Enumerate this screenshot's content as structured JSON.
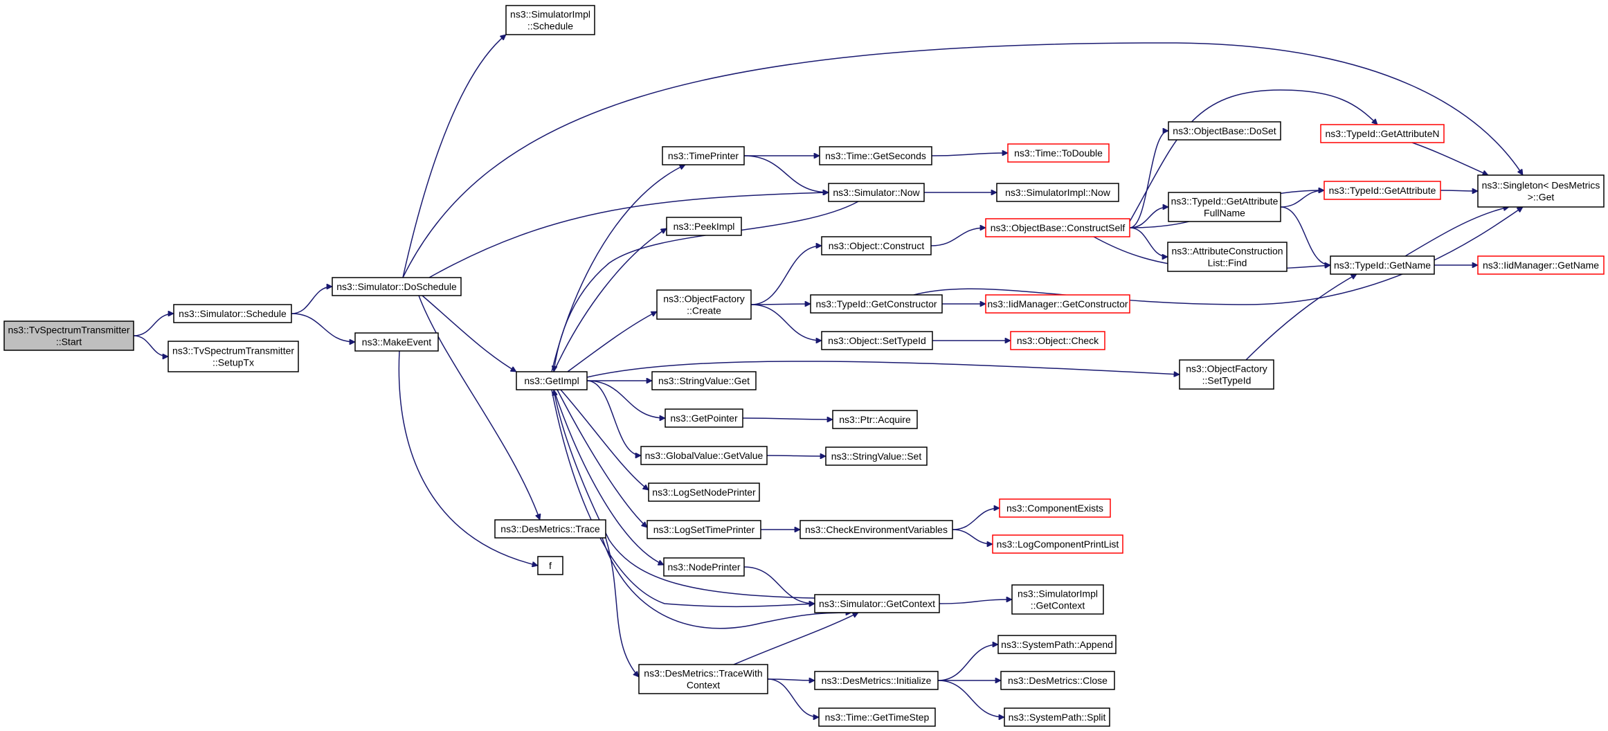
{
  "colors": {
    "edge": "#191970",
    "node_border": "#000000",
    "truncated_border": "#ff0000",
    "root_fill": "#bfbfbf"
  },
  "nodes": [
    {
      "id": "start",
      "lines": [
        "ns3::TvSpectrumTransmitter",
        "::Start"
      ],
      "style": "root"
    },
    {
      "id": "schedule",
      "lines": [
        "ns3::Simulator::Schedule"
      ],
      "style": "normal"
    },
    {
      "id": "setuptx",
      "lines": [
        "ns3::TvSpectrumTransmitter",
        "::SetupTx"
      ],
      "style": "normal"
    },
    {
      "id": "doschedule",
      "lines": [
        "ns3::Simulator::DoSchedule"
      ],
      "style": "normal"
    },
    {
      "id": "makeevent",
      "lines": [
        "ns3::MakeEvent"
      ],
      "style": "normal"
    },
    {
      "id": "simimpl_schedule",
      "lines": [
        "ns3::SimulatorImpl",
        "::Schedule"
      ],
      "style": "normal"
    },
    {
      "id": "getimpl",
      "lines": [
        "ns3::GetImpl"
      ],
      "style": "normal"
    },
    {
      "id": "desmetrics_trace",
      "lines": [
        "ns3::DesMetrics::Trace"
      ],
      "style": "normal"
    },
    {
      "id": "f",
      "lines": [
        "f"
      ],
      "style": "normal"
    },
    {
      "id": "timeprinter",
      "lines": [
        "ns3::TimePrinter"
      ],
      "style": "normal"
    },
    {
      "id": "peekimpl",
      "lines": [
        "ns3::PeekImpl"
      ],
      "style": "normal"
    },
    {
      "id": "objfactory_create",
      "lines": [
        "ns3::ObjectFactory",
        "::Create"
      ],
      "style": "normal"
    },
    {
      "id": "stringvalue_get",
      "lines": [
        "ns3::StringValue::Get"
      ],
      "style": "normal"
    },
    {
      "id": "getpointer",
      "lines": [
        "ns3::GetPointer"
      ],
      "style": "normal"
    },
    {
      "id": "globalvalue_getvalue",
      "lines": [
        "ns3::GlobalValue::GetValue"
      ],
      "style": "normal"
    },
    {
      "id": "logsetnodeprinter",
      "lines": [
        "ns3::LogSetNodePrinter"
      ],
      "style": "normal"
    },
    {
      "id": "logsettimeprinter",
      "lines": [
        "ns3::LogSetTimePrinter"
      ],
      "style": "normal"
    },
    {
      "id": "nodeprinter",
      "lines": [
        "ns3::NodePrinter"
      ],
      "style": "normal"
    },
    {
      "id": "tracewithcontext",
      "lines": [
        "ns3::DesMetrics::TraceWith",
        "Context"
      ],
      "style": "normal"
    },
    {
      "id": "time_getseconds",
      "lines": [
        "ns3::Time::GetSeconds"
      ],
      "style": "normal"
    },
    {
      "id": "simulator_now",
      "lines": [
        "ns3::Simulator::Now"
      ],
      "style": "normal"
    },
    {
      "id": "object_construct",
      "lines": [
        "ns3::Object::Construct"
      ],
      "style": "normal"
    },
    {
      "id": "typeid_getconstructor",
      "lines": [
        "ns3::TypeId::GetConstructor"
      ],
      "style": "normal"
    },
    {
      "id": "object_settypeid",
      "lines": [
        "ns3::Object::SetTypeId"
      ],
      "style": "normal"
    },
    {
      "id": "ptr_acquire",
      "lines": [
        "ns3::Ptr::Acquire"
      ],
      "style": "normal"
    },
    {
      "id": "stringvalue_set",
      "lines": [
        "ns3::StringValue::Set"
      ],
      "style": "normal"
    },
    {
      "id": "checkenv",
      "lines": [
        "ns3::CheckEnvironmentVariables"
      ],
      "style": "normal"
    },
    {
      "id": "sim_getcontext",
      "lines": [
        "ns3::Simulator::GetContext"
      ],
      "style": "normal"
    },
    {
      "id": "desmetrics_initialize",
      "lines": [
        "ns3::DesMetrics::Initialize"
      ],
      "style": "normal"
    },
    {
      "id": "time_gettimestep",
      "lines": [
        "ns3::Time::GetTimeStep"
      ],
      "style": "normal"
    },
    {
      "id": "time_todouble",
      "lines": [
        "ns3::Time::ToDouble"
      ],
      "style": "red"
    },
    {
      "id": "simimpl_now",
      "lines": [
        "ns3::SimulatorImpl::Now"
      ],
      "style": "normal"
    },
    {
      "id": "constructself",
      "lines": [
        "ns3::ObjectBase::ConstructSelf"
      ],
      "style": "red"
    },
    {
      "id": "iidmanager_getconstructor",
      "lines": [
        "ns3::IidManager::GetConstructor"
      ],
      "style": "red"
    },
    {
      "id": "object_check",
      "lines": [
        "ns3::Object::Check"
      ],
      "style": "red"
    },
    {
      "id": "componentexists",
      "lines": [
        "ns3::ComponentExists"
      ],
      "style": "red"
    },
    {
      "id": "logcomponentprintlist",
      "lines": [
        "ns3::LogComponentPrintList"
      ],
      "style": "red"
    },
    {
      "id": "simimpl_getcontext",
      "lines": [
        "ns3::SimulatorImpl",
        "::GetContext"
      ],
      "style": "normal"
    },
    {
      "id": "systempath_append",
      "lines": [
        "ns3::SystemPath::Append"
      ],
      "style": "normal"
    },
    {
      "id": "desmetrics_close",
      "lines": [
        "ns3::DesMetrics::Close"
      ],
      "style": "normal"
    },
    {
      "id": "systempath_split",
      "lines": [
        "ns3::SystemPath::Split"
      ],
      "style": "normal"
    },
    {
      "id": "objectbase_doset",
      "lines": [
        "ns3::ObjectBase::DoSet"
      ],
      "style": "normal"
    },
    {
      "id": "typeid_getattributefullname",
      "lines": [
        "ns3::TypeId::GetAttribute",
        "FullName"
      ],
      "style": "normal"
    },
    {
      "id": "attrconstructionlist_find",
      "lines": [
        "ns3::AttributeConstruction",
        "List::Find"
      ],
      "style": "normal"
    },
    {
      "id": "objfactory_settypeid",
      "lines": [
        "ns3::ObjectFactory",
        "::SetTypeId"
      ],
      "style": "normal"
    },
    {
      "id": "typeid_getattributen",
      "lines": [
        "ns3::TypeId::GetAttributeN"
      ],
      "style": "red"
    },
    {
      "id": "typeid_getattribute",
      "lines": [
        "ns3::TypeId::GetAttribute"
      ],
      "style": "red"
    },
    {
      "id": "typeid_getname",
      "lines": [
        "ns3::TypeId::GetName"
      ],
      "style": "normal"
    },
    {
      "id": "singleton_get",
      "lines": [
        "ns3::Singleton< DesMetrics",
        " >::Get"
      ],
      "style": "normal"
    },
    {
      "id": "iidmanager_getname",
      "lines": [
        "ns3::IidManager::GetName"
      ],
      "style": "red"
    }
  ],
  "edges": [
    [
      "start",
      "schedule"
    ],
    [
      "start",
      "setuptx"
    ],
    [
      "schedule",
      "doschedule"
    ],
    [
      "schedule",
      "makeevent"
    ],
    [
      "doschedule",
      "simimpl_schedule"
    ],
    [
      "doschedule",
      "singleton_get"
    ],
    [
      "doschedule",
      "simulator_now"
    ],
    [
      "doschedule",
      "getimpl"
    ],
    [
      "doschedule",
      "desmetrics_trace"
    ],
    [
      "makeevent",
      "f"
    ],
    [
      "getimpl",
      "timeprinter"
    ],
    [
      "getimpl",
      "peekimpl"
    ],
    [
      "getimpl",
      "objfactory_create"
    ],
    [
      "getimpl",
      "objfactory_settypeid"
    ],
    [
      "getimpl",
      "stringvalue_get"
    ],
    [
      "getimpl",
      "getpointer"
    ],
    [
      "getimpl",
      "globalvalue_getvalue"
    ],
    [
      "getimpl",
      "logsetnodeprinter"
    ],
    [
      "getimpl",
      "logsettimeprinter"
    ],
    [
      "getimpl",
      "nodeprinter"
    ],
    [
      "getimpl",
      "sim_getcontext"
    ],
    [
      "desmetrics_trace",
      "sim_getcontext"
    ],
    [
      "desmetrics_trace",
      "tracewithcontext"
    ],
    [
      "simulator_now",
      "getimpl"
    ],
    [
      "timeprinter",
      "time_getseconds"
    ],
    [
      "timeprinter",
      "simulator_now"
    ],
    [
      "time_getseconds",
      "time_todouble"
    ],
    [
      "simulator_now",
      "simimpl_now"
    ],
    [
      "objfactory_create",
      "object_construct"
    ],
    [
      "objfactory_create",
      "typeid_getconstructor"
    ],
    [
      "objfactory_create",
      "object_settypeid"
    ],
    [
      "object_construct",
      "constructself"
    ],
    [
      "typeid_getconstructor",
      "iidmanager_getconstructor"
    ],
    [
      "typeid_getconstructor",
      "singleton_get"
    ],
    [
      "object_settypeid",
      "object_check"
    ],
    [
      "getpointer",
      "ptr_acquire"
    ],
    [
      "globalvalue_getvalue",
      "stringvalue_set"
    ],
    [
      "logsettimeprinter",
      "checkenv"
    ],
    [
      "checkenv",
      "componentexists"
    ],
    [
      "checkenv",
      "logcomponentprintlist"
    ],
    [
      "nodeprinter",
      "sim_getcontext"
    ],
    [
      "sim_getcontext",
      "simimpl_getcontext"
    ],
    [
      "sim_getcontext",
      "getimpl"
    ],
    [
      "tracewithcontext",
      "sim_getcontext"
    ],
    [
      "tracewithcontext",
      "desmetrics_initialize"
    ],
    [
      "tracewithcontext",
      "time_gettimestep"
    ],
    [
      "desmetrics_initialize",
      "systempath_append"
    ],
    [
      "desmetrics_initialize",
      "desmetrics_close"
    ],
    [
      "desmetrics_initialize",
      "systempath_split"
    ],
    [
      "constructself",
      "objectbase_doset"
    ],
    [
      "constructself",
      "typeid_getattributen"
    ],
    [
      "constructself",
      "typeid_getattribute"
    ],
    [
      "constructself",
      "typeid_getattributefullname"
    ],
    [
      "constructself",
      "attrconstructionlist_find"
    ],
    [
      "constructself",
      "typeid_getname"
    ],
    [
      "typeid_getattributefullname",
      "typeid_getattribute"
    ],
    [
      "typeid_getattributefullname",
      "typeid_getname"
    ],
    [
      "objfactory_settypeid",
      "typeid_getname"
    ],
    [
      "typeid_getattributen",
      "singleton_get"
    ],
    [
      "typeid_getattribute",
      "singleton_get"
    ],
    [
      "typeid_getname",
      "singleton_get"
    ],
    [
      "typeid_getname",
      "iidmanager_getname"
    ]
  ]
}
